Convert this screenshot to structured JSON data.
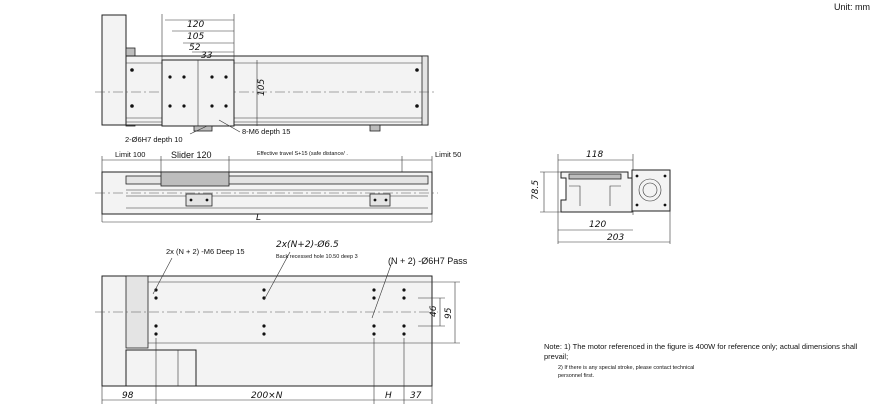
{
  "unit_label": "Unit: mm",
  "top_view": {
    "dims": {
      "d120": "120",
      "d105": "105",
      "d52": "52",
      "d33": "33",
      "v105": "105"
    },
    "hole_label": "2-Ø6H7 depth 10",
    "thread_label": "8-M6 depth 15"
  },
  "side_view": {
    "limit_left": "Limit 100",
    "slider": "Slider 120",
    "travel": "Effective travel S+15 (safe distance/ .",
    "limit_right": "Limit 50",
    "length": "L"
  },
  "end_view": {
    "d118": "118",
    "d78_5": "78.5",
    "d120": "120",
    "d203": "203"
  },
  "bottom_view": {
    "thread_label": "2x (N + 2) -M6 Deep 15",
    "hole_label": "2x(N+2)-Ø6.5",
    "recess_label": "Back recessed hole 10.50 deep 3",
    "pin_label": "(N + 2) -Ø6H7 Pass",
    "dims": {
      "d98": "98",
      "d200N": "200×N",
      "dH": "H",
      "d37": "37",
      "d46": "46",
      "d95": "95"
    }
  },
  "notes": {
    "note1": "Note: 1) The motor referenced in the figure is 400W for reference only; actual dimensions shall prevail;",
    "note2": "2) If there is any special stroke, please contact technical personnel first."
  }
}
